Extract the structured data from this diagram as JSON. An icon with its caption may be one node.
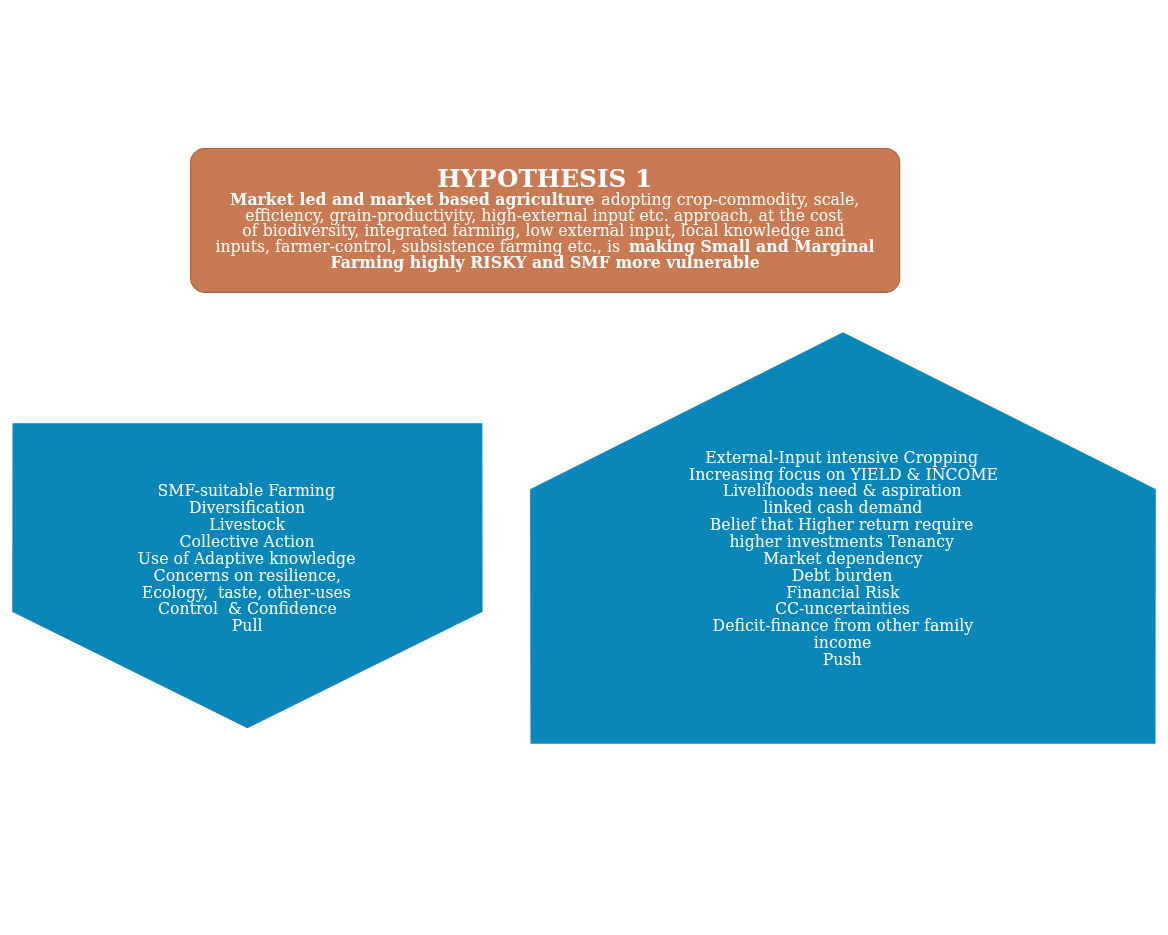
{
  "diagram": {
    "nodes": [
      {
        "text": [
          "HYPOTHESIS 1",
          "**Market led and market based agriculture** adopting crop-commodity, scale, efficiency, grain-productivity, high-external input etc. approach, at the cost of biodiversity, integrated farming, low external input, local knowledge and inputs, farmer-control, subsistence farming etc., is **making Small and Marginal Farming highly RISKY and SMF more vulnerable**"
        ]
      },
      {
        "text": [
          "SMF-suitable Farming",
          "Diversification",
          "Livestock",
          "Collective Action",
          "Use of Adaptive knowledge",
          "Concerns on resilience, Ecology,  taste, other-uses",
          "Control  & Confidence",
          "Pull"
        ]
      },
      {
        "text": [
          "External-Input intensive Cropping",
          "Increasing focus on YIELD & INCOME",
          "Livelihoods need & aspiration linked cash demand",
          "Belief that Higher return require higher investments Tenancy",
          "Market dependency",
          "Debt burden",
          "Financial Risk",
          "CC-uncertainties",
          "Deficit-finance from other family income",
          "Push"
        ]
      }
    ],
    "edges": []
  }
}
